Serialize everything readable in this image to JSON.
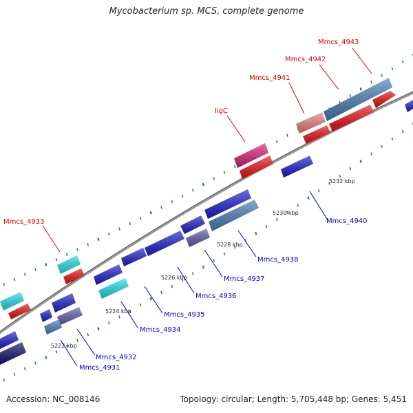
{
  "title": "Mycobacterium sp. MCS, complete genome",
  "footer": {
    "accession": "Accession: NC_008146",
    "summary": "Topology: circular; Length: 5,705,448 bp; Genes: 5,451"
  },
  "colors": {
    "background": "#ffffff",
    "backbone": "#8a8a8a",
    "ticks": "#2e8b2e",
    "label_red": "#e00000",
    "label_blue": "#0000cc"
  },
  "ticks": [
    {
      "label": "5222 kbp"
    },
    {
      "label": "5224 kbp"
    },
    {
      "label": "5226 kbp"
    },
    {
      "label": "5228 kbp"
    },
    {
      "label": "5230 kbp"
    },
    {
      "label": "5232 kbp"
    }
  ],
  "gene_labels": [
    {
      "text": "Mmcs_4943",
      "color": "red"
    },
    {
      "text": "Mmcs_4942",
      "color": "red"
    },
    {
      "text": "Mmcs_4941",
      "color": "red"
    },
    {
      "text": "ligC",
      "color": "red"
    },
    {
      "text": "Mmcs_4933",
      "color": "red"
    },
    {
      "text": "Mmcs_4940",
      "color": "blue"
    },
    {
      "text": "Mmcs_4938",
      "color": "blue"
    },
    {
      "text": "Mmcs_4937",
      "color": "blue"
    },
    {
      "text": "Mmcs_4936",
      "color": "blue"
    },
    {
      "text": "Mmcs_4935",
      "color": "blue"
    },
    {
      "text": "Mmcs_4934",
      "color": "blue"
    },
    {
      "text": "Mmcs_4932",
      "color": "blue"
    },
    {
      "text": "Mmcs_4931",
      "color": "blue"
    }
  ]
}
